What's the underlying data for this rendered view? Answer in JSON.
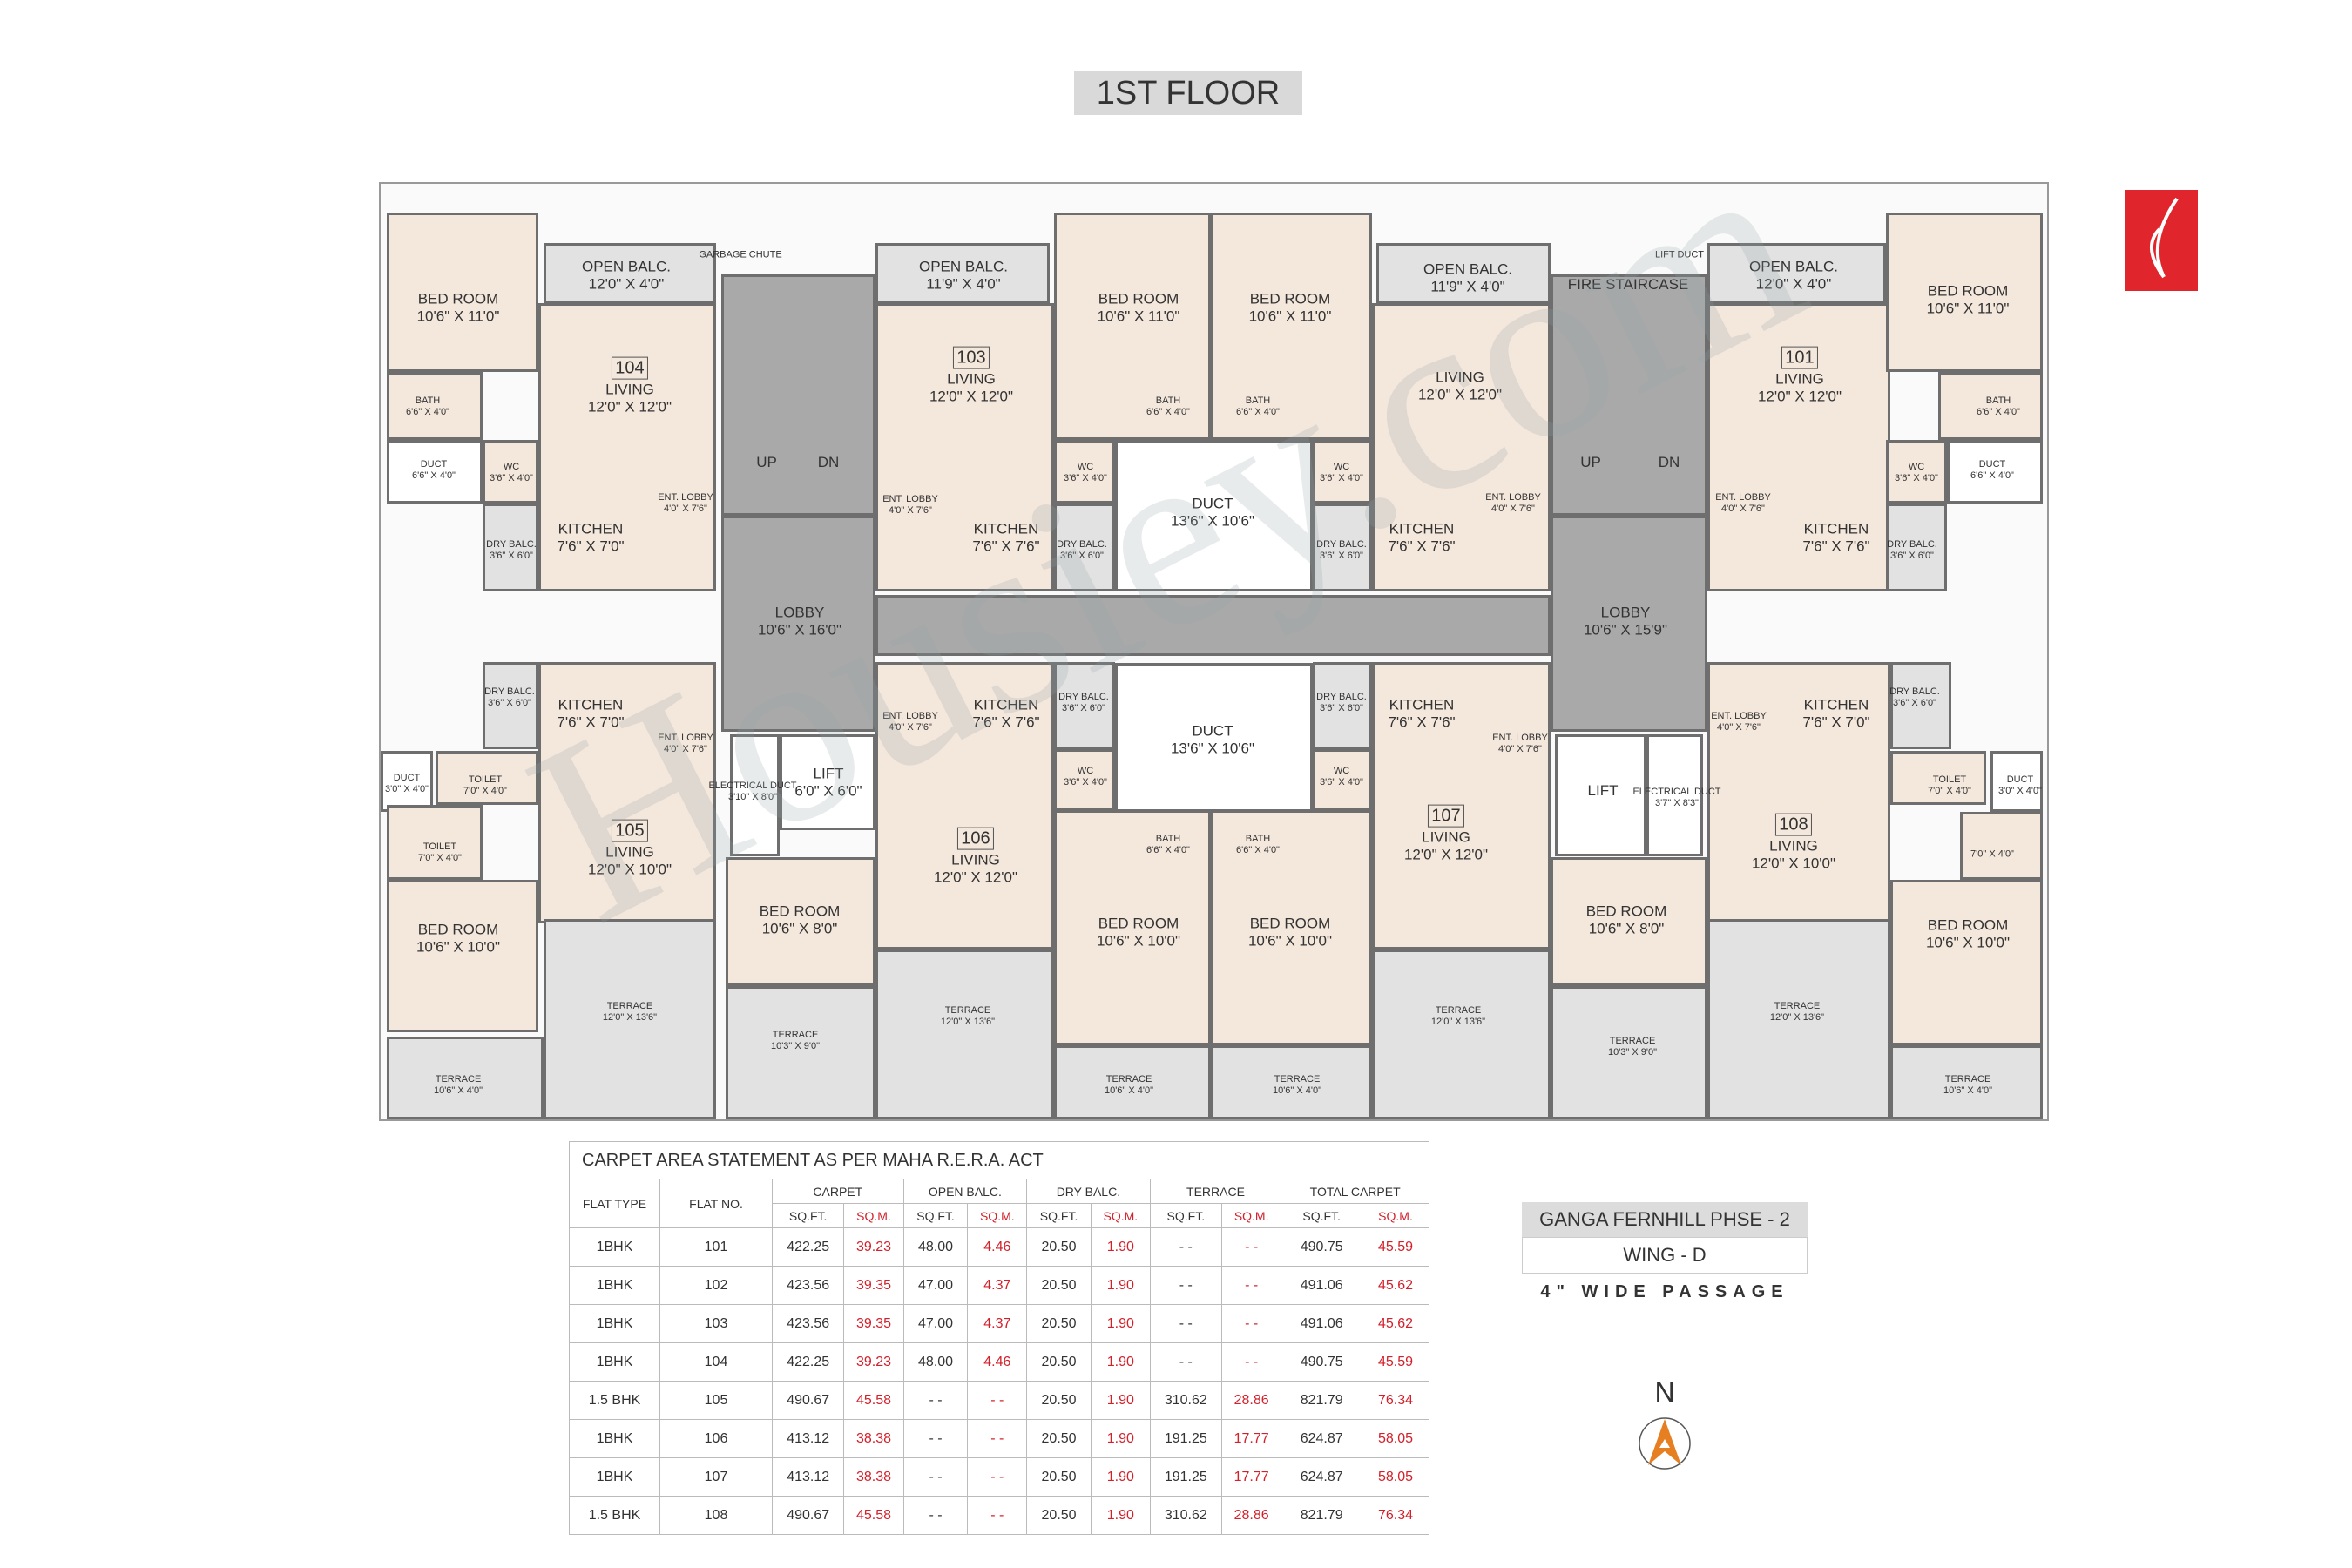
{
  "header": {
    "title": "1ST FLOOR"
  },
  "watermark": "Housiey.com",
  "plan": {
    "labels": [
      {
        "t": "BED ROOM",
        "d": "10'6\" X 11'0\""
      },
      {
        "t": "OPEN BALC.",
        "d": "12'0\" X 4'0\""
      },
      {
        "f": "104",
        "t": "LIVING",
        "d": "12'0\" X 12'0\""
      },
      {
        "t": "BATH",
        "d": "6'6\" X 4'0\""
      },
      {
        "t": "DUCT",
        "d": "6'6\" X 4'0\""
      },
      {
        "t": "WC",
        "d": "3'6\" X 4'0\""
      },
      {
        "t": "DRY BALC.",
        "d": "3'6\" X 6'0\""
      },
      {
        "t": "KITCHEN",
        "d": "7'6\" X 7'0\""
      },
      {
        "t": "ENT. LOBBY",
        "d": "4'0\" X 7'6\""
      },
      {
        "t": "GARBAGE CHUTE",
        "d": ""
      },
      {
        "t": "UP",
        "d": ""
      },
      {
        "t": "DN",
        "d": ""
      },
      {
        "t": "OPEN BALC.",
        "d": "11'9\" X 4'0\""
      },
      {
        "f": "103",
        "t": "LIVING",
        "d": "12'0\" X 12'0\""
      },
      {
        "t": "ENT. LOBBY",
        "d": "4'0\" X 7'6\""
      },
      {
        "t": "KITCHEN",
        "d": "7'6\" X 7'6\""
      },
      {
        "t": "BED ROOM",
        "d": "10'6\" X 11'0\""
      },
      {
        "t": "BATH",
        "d": "6'6\" X 4'0\""
      },
      {
        "t": "WC",
        "d": "3'6\" X 4'0\""
      },
      {
        "t": "DRY BALC.",
        "d": "3'6\" X 6'0\""
      },
      {
        "t": "DUCT",
        "d": "13'6\" X 10'6\""
      },
      {
        "t": "BED ROOM",
        "d": "10'6\" X 11'0\""
      },
      {
        "t": "BATH",
        "d": "6'6\" X 4'0\""
      },
      {
        "t": "WC",
        "d": "3'6\" X 4'0\""
      },
      {
        "t": "DRY BALC.",
        "d": "3'6\" X 6'0\""
      },
      {
        "t": "KITCHEN",
        "d": "7'6\" X 7'6\""
      },
      {
        "t": "LIVING",
        "d": "12'0\" X 12'0\""
      },
      {
        "t": "OPEN BALC.",
        "d": "11'9\" X 4'0\""
      },
      {
        "t": "ENT. LOBBY",
        "d": "4'0\" X 7'6\""
      },
      {
        "t": "FIRE STAIRCASE",
        "d": ""
      },
      {
        "t": "LIFT DUCT",
        "d": ""
      },
      {
        "t": "UP",
        "d": ""
      },
      {
        "t": "DN",
        "d": ""
      },
      {
        "t": "OPEN BALC.",
        "d": "12'0\" X 4'0\""
      },
      {
        "f": "101",
        "t": "LIVING",
        "d": "12'0\" X 12'0\""
      },
      {
        "t": "ENT. LOBBY",
        "d": "4'0\" X 7'6\""
      },
      {
        "t": "KITCHEN",
        "d": "7'6\" X 7'6\""
      },
      {
        "t": "BED ROOM",
        "d": "10'6\" X 11'0\""
      },
      {
        "t": "BATH",
        "d": "6'6\" X 4'0\""
      },
      {
        "t": "WC",
        "d": "3'6\" X 4'0\""
      },
      {
        "t": "DUCT",
        "d": "6'6\" X 4'0\""
      },
      {
        "t": "DRY BALC.",
        "d": "3'6\" X 6'0\""
      },
      {
        "t": "LOBBY",
        "d": "10'6\" X 16'0\""
      },
      {
        "t": "LOBBY",
        "d": "10'6\" X 15'9\""
      },
      {
        "t": "DRY BALC.",
        "d": "3'6\" X 6'0\""
      },
      {
        "t": "KITCHEN",
        "d": "7'6\" X 7'0\""
      },
      {
        "t": "ENT. LOBBY",
        "d": "4'0\" X 7'6\""
      },
      {
        "t": "DUCT",
        "d": "3'0\" X 4'0\""
      },
      {
        "t": "TOILET",
        "d": "7'0\" X 4'0\""
      },
      {
        "t": "TOILET",
        "d": "7'0\" X 4'0\""
      },
      {
        "f": "105",
        "t": "LIVING",
        "d": "12'0\" X 10'0\""
      },
      {
        "t": "BED ROOM",
        "d": "10'6\" X 10'0\""
      },
      {
        "t": "ELECTRICAL DUCT",
        "d": "3'10\" X 8'0\""
      },
      {
        "t": "LIFT",
        "d": "6'0\" X 6'0\""
      },
      {
        "t": "BED ROOM",
        "d": "10'6\" X 8'0\""
      },
      {
        "t": "TERRACE",
        "d": "12'0\" X 13'6\""
      },
      {
        "t": "TERRACE",
        "d": "10'3\" X 9'0\""
      },
      {
        "t": "TERRACE",
        "d": "10'6\" X 4'0\""
      },
      {
        "t": "ENT. LOBBY",
        "d": "4'0\" X 7'6\""
      },
      {
        "t": "KITCHEN",
        "d": "7'6\" X 7'6\""
      },
      {
        "f": "106",
        "t": "LIVING",
        "d": "12'0\" X 12'0\""
      },
      {
        "t": "TERRACE",
        "d": "12'0\" X 13'6\""
      },
      {
        "t": "DRY BALC.",
        "d": "3'6\" X 6'0\""
      },
      {
        "t": "WC",
        "d": "3'6\" X 4'0\""
      },
      {
        "t": "BATH",
        "d": "6'6\" X 4'0\""
      },
      {
        "t": "BED ROOM",
        "d": "10'6\" X 10'0\""
      },
      {
        "t": "TERRACE",
        "d": "10'6\" X 4'0\""
      },
      {
        "t": "DUCT",
        "d": "13'6\" X 10'6\""
      },
      {
        "t": "BATH",
        "d": "6'6\" X 4'0\""
      },
      {
        "t": "BED ROOM",
        "d": "10'6\" X 10'0\""
      },
      {
        "t": "TERRACE",
        "d": "10'6\" X 4'0\""
      },
      {
        "t": "DRY BALC.",
        "d": "3'6\" X 6'0\""
      },
      {
        "t": "WC",
        "d": "3'6\" X 4'0\""
      },
      {
        "t": "KITCHEN",
        "d": "7'6\" X 7'6\""
      },
      {
        "t": "ENT. LOBBY",
        "d": "4'0\" X 7'6\""
      },
      {
        "f": "107",
        "t": "LIVING",
        "d": "12'0\" X 12'0\""
      },
      {
        "t": "TERRACE",
        "d": "12'0\" X 13'6\""
      },
      {
        "t": "LIFT",
        "d": ""
      },
      {
        "t": "ELECTRICAL DUCT",
        "d": "3'7\" X 8'3\""
      },
      {
        "t": "BED ROOM",
        "d": "10'6\" X 8'0\""
      },
      {
        "t": "TERRACE",
        "d": "10'3\" X 9'0\""
      },
      {
        "t": "ENT. LOBBY",
        "d": "4'0\" X 7'6\""
      },
      {
        "t": "KITCHEN",
        "d": "7'6\" X 7'0\""
      },
      {
        "t": "DRY BALC.",
        "d": "3'6\" X 6'0\""
      },
      {
        "t": "TOILET",
        "d": "7'0\" X 4'0\""
      },
      {
        "t": "DUCT",
        "d": "3'0\" X 4'0\""
      },
      {
        "f": "108",
        "t": "LIVING",
        "d": "12'0\" X 10'0\""
      },
      {
        "t": "",
        "d": "7'0\" X 4'0\""
      },
      {
        "t": "BED ROOM",
        "d": "10'6\" X 10'0\""
      },
      {
        "t": "TERRACE",
        "d": "12'0\" X 13'6\""
      },
      {
        "t": "TERRACE",
        "d": "10'6\" X 4'0\""
      }
    ]
  },
  "table": {
    "caption": "CARPET AREA STATEMENT AS PER MAHA R.E.R.A. ACT",
    "col_flat_type": "FLAT TYPE",
    "col_flat_no": "FLAT NO.",
    "groups": [
      "CARPET",
      "OPEN  BALC.",
      "DRY BALC.",
      "TERRACE",
      "TOTAL CARPET"
    ],
    "sqft": "SQ.FT.",
    "sqm": "SQ.M.",
    "rows": [
      [
        "1BHK",
        "101",
        "422.25",
        "39.23",
        "48.00",
        "4.46",
        "20.50",
        "1.90",
        "- -",
        "- -",
        "490.75",
        "45.59"
      ],
      [
        "1BHK",
        "102",
        "423.56",
        "39.35",
        "47.00",
        "4.37",
        "20.50",
        "1.90",
        "- -",
        "- -",
        "491.06",
        "45.62"
      ],
      [
        "1BHK",
        "103",
        "423.56",
        "39.35",
        "47.00",
        "4.37",
        "20.50",
        "1.90",
        "- -",
        "- -",
        "491.06",
        "45.62"
      ],
      [
        "1BHK",
        "104",
        "422.25",
        "39.23",
        "48.00",
        "4.46",
        "20.50",
        "1.90",
        "- -",
        "- -",
        "490.75",
        "45.59"
      ],
      [
        "1.5 BHK",
        "105",
        "490.67",
        "45.58",
        "- -",
        "- -",
        "20.50",
        "1.90",
        "310.62",
        "28.86",
        "821.79",
        "76.34"
      ],
      [
        "1BHK",
        "106",
        "413.12",
        "38.38",
        "- -",
        "- -",
        "20.50",
        "1.90",
        "191.25",
        "17.77",
        "624.87",
        "58.05"
      ],
      [
        "1BHK",
        "107",
        "413.12",
        "38.38",
        "- -",
        "- -",
        "20.50",
        "1.90",
        "191.25",
        "17.77",
        "624.87",
        "58.05"
      ],
      [
        "1.5 BHK",
        "108",
        "490.67",
        "45.58",
        "- -",
        "- -",
        "20.50",
        "1.90",
        "310.62",
        "28.86",
        "821.79",
        "76.34"
      ]
    ]
  },
  "info": {
    "project": "GANGA FERNHILL PHSE - 2",
    "wing": "WING - D",
    "passage": "4\" WIDE PASSAGE",
    "north": "N"
  },
  "colors": {
    "accent_red": "#d3202a",
    "compass_orange": "#e67e22",
    "room": "#f4e7dc",
    "core": "#a9a9a9"
  }
}
